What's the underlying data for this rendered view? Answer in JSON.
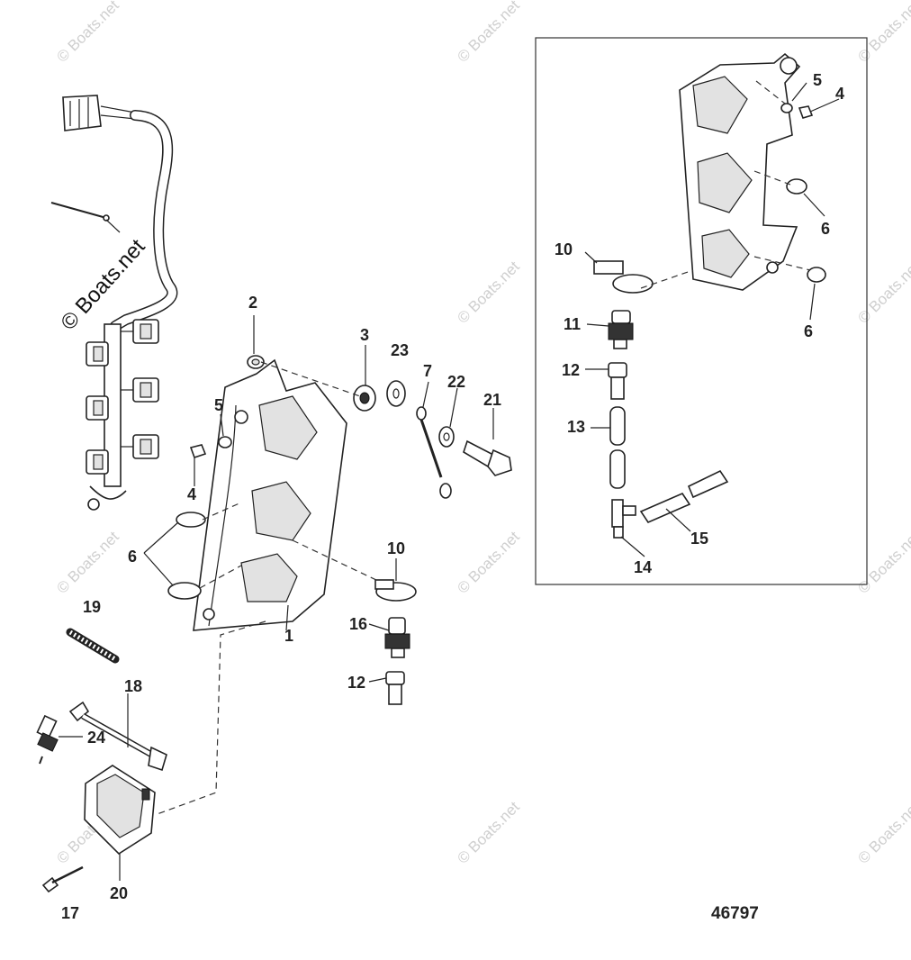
{
  "diagram_id": "46797",
  "watermark_text": "© Boats.net",
  "callouts": {
    "c1": "1",
    "c2": "2",
    "c3": "3",
    "c4a": "4",
    "c4b": "4",
    "c5a": "5",
    "c5b": "5",
    "c6a": "6",
    "c6b": "6",
    "c6c": "6",
    "c7": "7",
    "c10a": "10",
    "c10b": "10",
    "c11": "11",
    "c12a": "12",
    "c12b": "12",
    "c13": "13",
    "c14": "14",
    "c15": "15",
    "c16": "16",
    "c17": "17",
    "c18": "18",
    "c19": "19",
    "c20": "20",
    "c21": "21",
    "c22": "22",
    "c23": "23",
    "c24": "24"
  }
}
